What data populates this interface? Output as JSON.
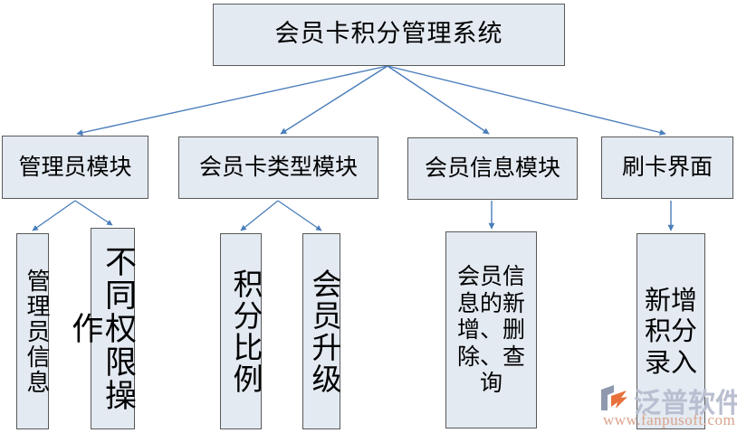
{
  "diagram": {
    "type": "tree-hierarchy",
    "background_color": "#ffffff",
    "node_fill_color": "#e4eaf2",
    "node_border_color": "#595959",
    "edge_color": "#4a7ebb",
    "root": {
      "id": "node-title",
      "label": "会员卡积分管理系统"
    },
    "modules": [
      {
        "id": "node-admin",
        "label": "管理员模块"
      },
      {
        "id": "node-cardtype",
        "label": "会员卡类型模块"
      },
      {
        "id": "node-meminfo",
        "label": "会员信息模块"
      },
      {
        "id": "node-swipe",
        "label": "刷卡界面"
      }
    ],
    "leaves": [
      {
        "id": "leaf-admininfo",
        "label": "管理员信息",
        "parent": "node-admin",
        "orientation": "vertical"
      },
      {
        "id": "leaf-authops",
        "label": "不同权限操作",
        "parent": "node-admin",
        "orientation": "vertical"
      },
      {
        "id": "leaf-ratio",
        "label": "积分比例",
        "parent": "node-cardtype",
        "orientation": "vertical"
      },
      {
        "id": "leaf-upgrade",
        "label": "会员升级",
        "parent": "node-cardtype",
        "orientation": "vertical"
      },
      {
        "id": "leaf-crud",
        "label": "会员信息的新增、删除、查询",
        "parent": "node-meminfo",
        "orientation": "horizontal-wrap"
      },
      {
        "id": "leaf-newpoints",
        "label": "新增积分录入",
        "parent": "node-swipe",
        "orientation": "horizontal-wrap"
      }
    ]
  },
  "watermark": {
    "brand_cn": "泛普软件",
    "url": "www.fanpusoft.com",
    "logo_color_primary": "#8e99ae",
    "logo_color_accent": "#e8703a",
    "text_color": "#b9bfd0",
    "url_color": "#d9a48c"
  }
}
